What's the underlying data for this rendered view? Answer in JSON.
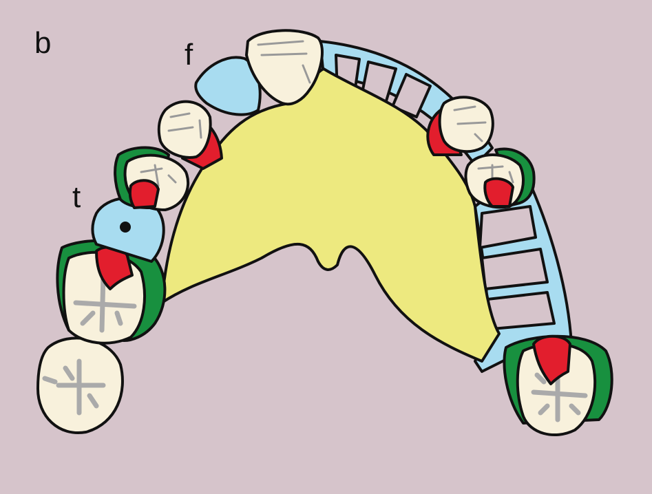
{
  "figure": {
    "panel_label": "b",
    "labels": {
      "f": "f",
      "t": "t"
    }
  },
  "colors": {
    "background": "#d6c4cb",
    "palate": "#ede97f",
    "connector": "#a8dcf0",
    "clasp": "#18903f",
    "rest": "#e21e2d",
    "tooth": "#f8f1dc"
  }
}
